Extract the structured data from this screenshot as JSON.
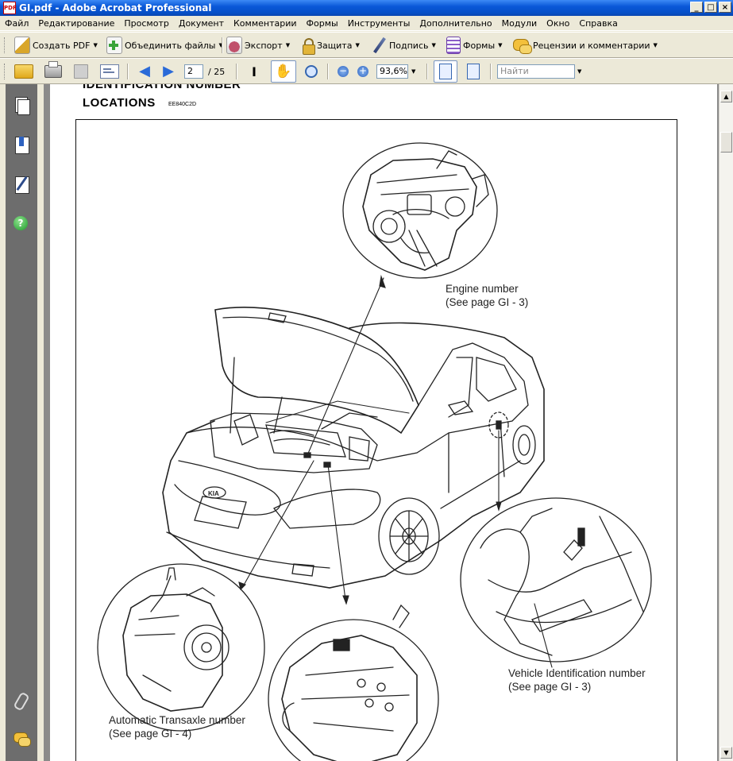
{
  "window": {
    "title": "GI.pdf - Adobe Acrobat Professional",
    "icon_label": "PDF",
    "controls": [
      "_",
      "□",
      "×"
    ]
  },
  "menu": [
    "Файл",
    "Редактирование",
    "Просмотр",
    "Документ",
    "Комментарии",
    "Формы",
    "Инструменты",
    "Дополнительно",
    "Модули",
    "Окно",
    "Справка"
  ],
  "toolbar1": {
    "create_pdf": "Создать PDF",
    "combine": "Объединить файлы",
    "export": "Экспорт",
    "protect": "Защита",
    "sign": "Подпись",
    "forms": "Формы",
    "review": "Рецензии и комментарии"
  },
  "toolbar2": {
    "page_current": "2",
    "page_total": "/ 25",
    "zoom": "93,6%",
    "search_placeholder": "Найти"
  },
  "document": {
    "heading_cut": "IDENTIFICATION NUMBER",
    "heading": "LOCATIONS",
    "code": "EE840C2D",
    "engine_caption": "Engine number",
    "engine_ref": "(See page GI - 3)",
    "vin_caption": "Vehicle Identification number",
    "vin_ref": "(See page GI - 3)",
    "at_caption": "Automatic Transaxle number",
    "at_ref": "(See page GI - 4)",
    "badge": "KIA"
  },
  "colors": {
    "titlebar": "#0a58d8",
    "chrome": "#ece9d8",
    "nav_strip": "#6d6d6d",
    "page_bg": "#8a8a8a"
  }
}
